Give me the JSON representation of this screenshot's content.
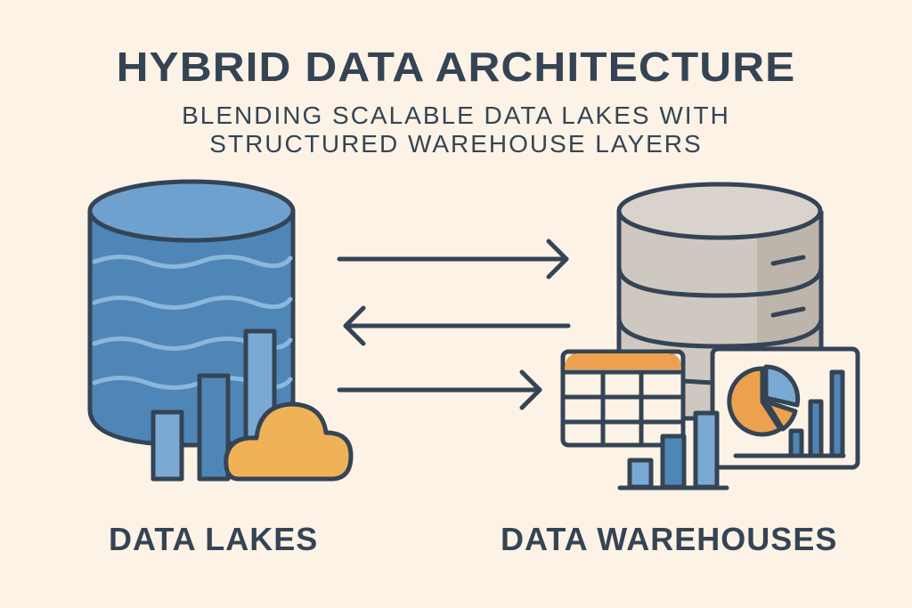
{
  "header": {
    "title": "HYBRID DATA ARCHITECTURE",
    "subtitle_line1": "BLENDING SCALABLE DATA LAKES WITH",
    "subtitle_line2": "STRUCTURED WAREHOUSE LAYERS"
  },
  "nodes": {
    "left": {
      "label": "DATA LAKES",
      "icon": "data-lake-cylinder-icon"
    },
    "right": {
      "label": "DATA WAREHOUSES",
      "icon": "data-warehouse-cylinder-icon"
    }
  },
  "arrows": [
    {
      "direction": "right",
      "from": "DATA LAKES",
      "to": "DATA WAREHOUSES"
    },
    {
      "direction": "left",
      "from": "DATA WAREHOUSES",
      "to": "DATA LAKES"
    },
    {
      "direction": "right",
      "from": "DATA LAKES",
      "to": "DATA WAREHOUSES"
    }
  ],
  "colors": {
    "background": "#fcf3e6",
    "outline": "#354455",
    "lake_blue": "#4f86b8",
    "light_blue": "#7aaad3",
    "cloud_orange": "#efb256",
    "warehouse_gray": "#cfc8c0",
    "accent_orange": "#eca14e"
  }
}
